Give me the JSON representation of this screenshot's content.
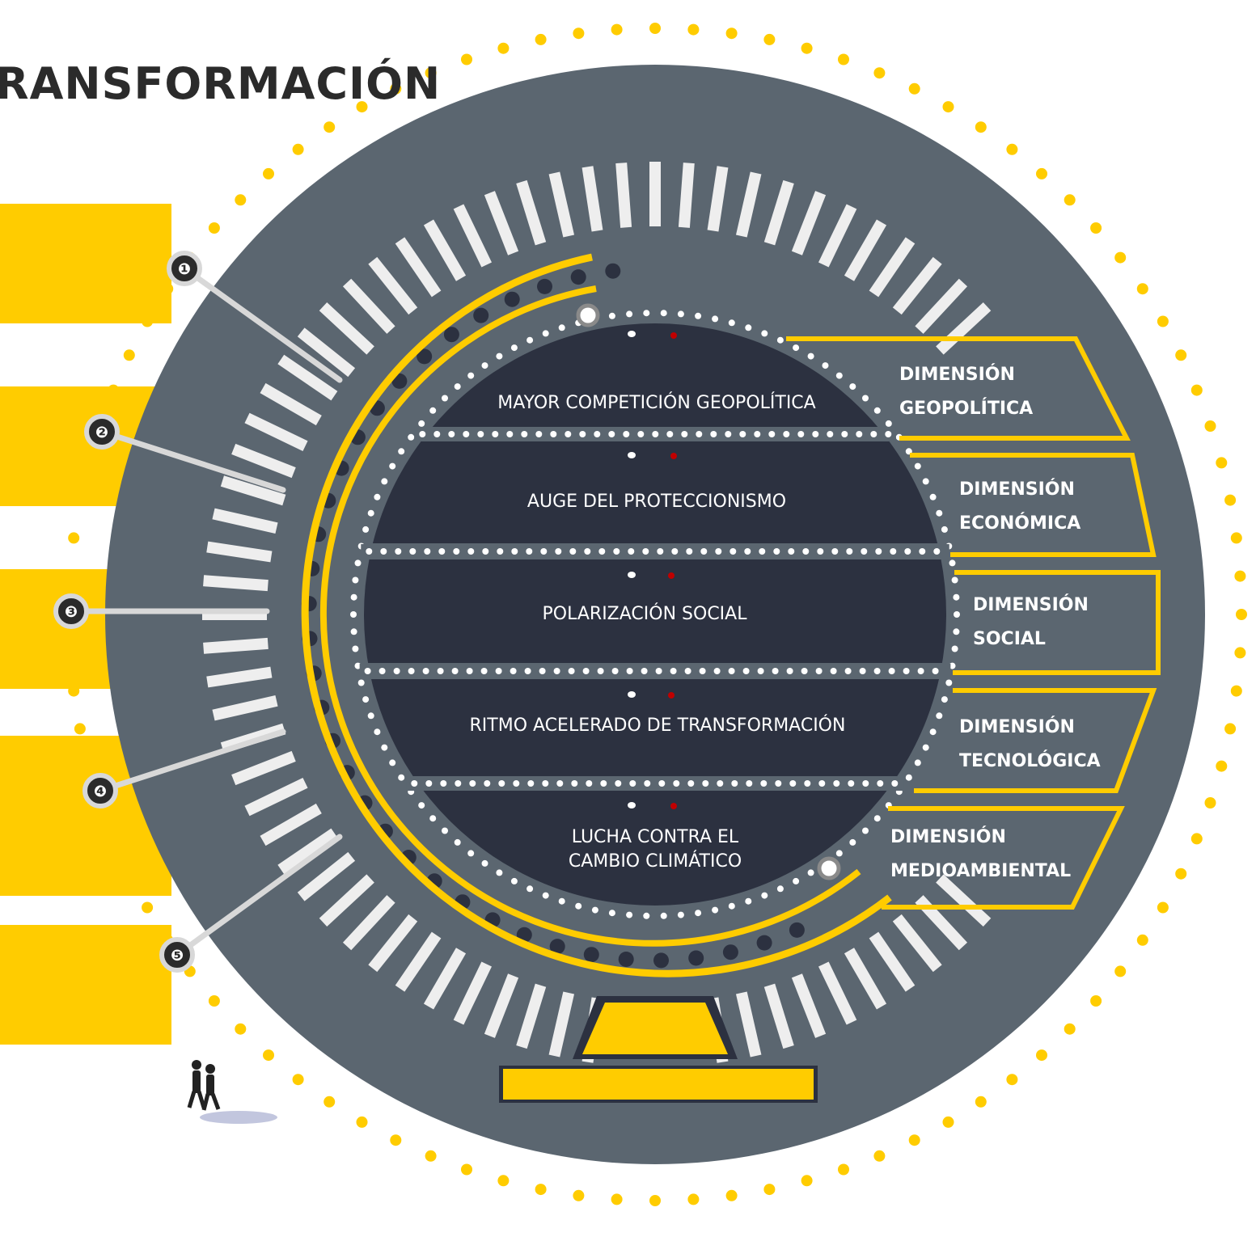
{
  "title": "RANSFORMACIÓN",
  "colors": {
    "globe": "#5b6670",
    "core": "#2c3140",
    "accent": "#ffcc00",
    "stripe": "#eeeeee",
    "marker_red": "#c00000",
    "marker_white": "#ffffff"
  },
  "bands": [
    {
      "lines": [
        "MAYOR COMPETICIÓN GEOPOLÍTICA"
      ]
    },
    {
      "lines": [
        "AUGE DEL PROTECCIONISMO"
      ]
    },
    {
      "lines": [
        "POLARIZACIÓN SOCIAL"
      ]
    },
    {
      "lines": [
        "RITMO ACELERADO DE TRANSFORMACIÓN"
      ]
    },
    {
      "lines": [
        "LUCHA CONTRA EL",
        "CAMBIO CLIMÁTICO"
      ]
    }
  ],
  "dimensions": [
    {
      "line1": "DIMENSIÓN",
      "line2": "GEOPOLÍTICA"
    },
    {
      "line1": "DIMENSIÓN",
      "line2": "ECONÓMICA"
    },
    {
      "line1": "DIMENSIÓN",
      "line2": "SOCIAL"
    },
    {
      "line1": "DIMENSIÓN",
      "line2": "TECNOLÓGICA"
    },
    {
      "line1": "DIMENSIÓN",
      "line2": "MEDIOAMBIENTAL"
    }
  ],
  "markers": [
    "❶",
    "❷",
    "❸",
    "❹",
    "❺"
  ]
}
